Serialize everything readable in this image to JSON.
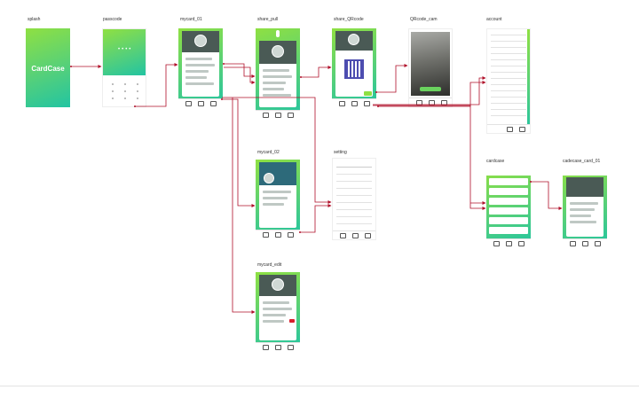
{
  "labels": {
    "splash": "splash",
    "passcode": "passcode",
    "mycard_01": "mycard_01",
    "share_pull": "share_pull",
    "share_qrcode": "share_QRcode",
    "qrcode_cam": "QRcode_cam",
    "account": "account",
    "mycard_02": "mycard_02",
    "setting": "setting",
    "cardcase": "cardcase",
    "cardcase_card_01": "cadecase_card_01",
    "mycard_edit": "mycard_edit"
  },
  "splash_text": "CardCase",
  "colors": {
    "gradient_start": "#8fe042",
    "gradient_end": "#22c4a2",
    "arrow": "#b0102a"
  }
}
